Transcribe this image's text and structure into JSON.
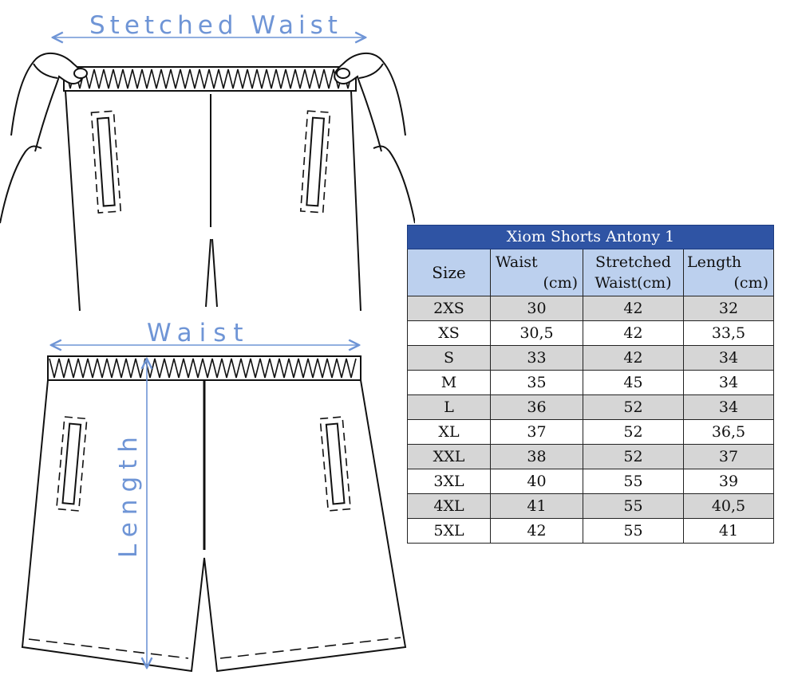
{
  "labels": {
    "stretched_waist": "Stetched Waist",
    "waist": "Waist",
    "length": "Length"
  },
  "colors": {
    "measure": "#6f95d6",
    "title_bg": "#2f54a4",
    "header_bg": "#bcd0ee",
    "stripe_bg": "#d6d6d6"
  },
  "table": {
    "title": "Xiom Shorts Antony 1",
    "headers": {
      "size": "Size",
      "waist_1": "Waist",
      "waist_2": "(cm)",
      "stretched_1": "Stretched",
      "stretched_2": "Waist(cm)",
      "length_1": "Length",
      "length_2": "(cm)"
    },
    "rows": [
      [
        "2XS",
        "30",
        "42",
        "32"
      ],
      [
        "XS",
        "30,5",
        "42",
        "33,5"
      ],
      [
        "S",
        "33",
        "42",
        "34"
      ],
      [
        "M",
        "35",
        "45",
        "34"
      ],
      [
        "L",
        "36",
        "52",
        "34"
      ],
      [
        "XL",
        "37",
        "52",
        "36,5"
      ],
      [
        "XXL",
        "38",
        "52",
        "37"
      ],
      [
        "3XL",
        "40",
        "55",
        "39"
      ],
      [
        "4XL",
        "41",
        "55",
        "40,5"
      ],
      [
        "5XL",
        "42",
        "55",
        "41"
      ]
    ]
  }
}
